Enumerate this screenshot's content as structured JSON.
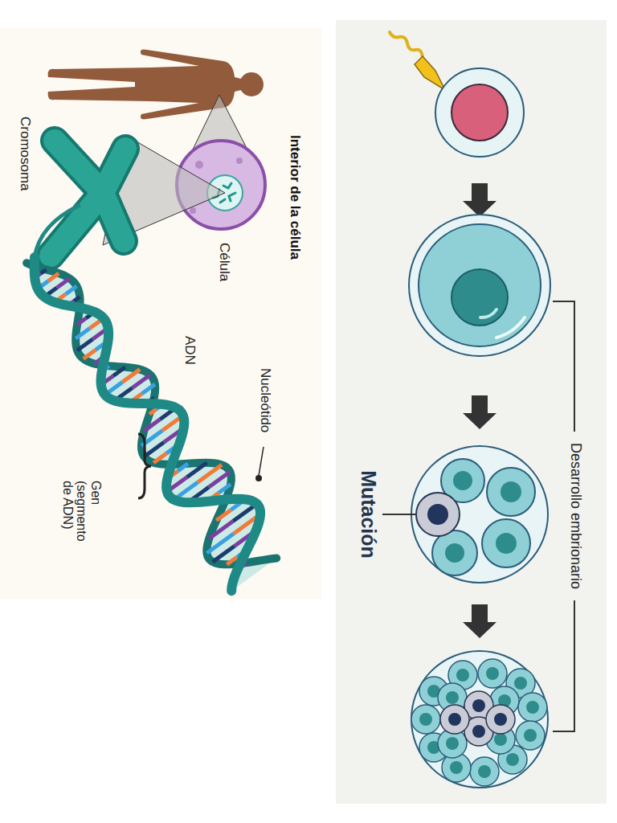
{
  "diagram": {
    "labels": [
      "Interior de la célula",
      "Célula",
      "Cromosoma",
      "ADN",
      "Nucleótido",
      "Gen (segmento de ADN)",
      "Desarrollo embrionario",
      "Mutación"
    ]
  }
}
